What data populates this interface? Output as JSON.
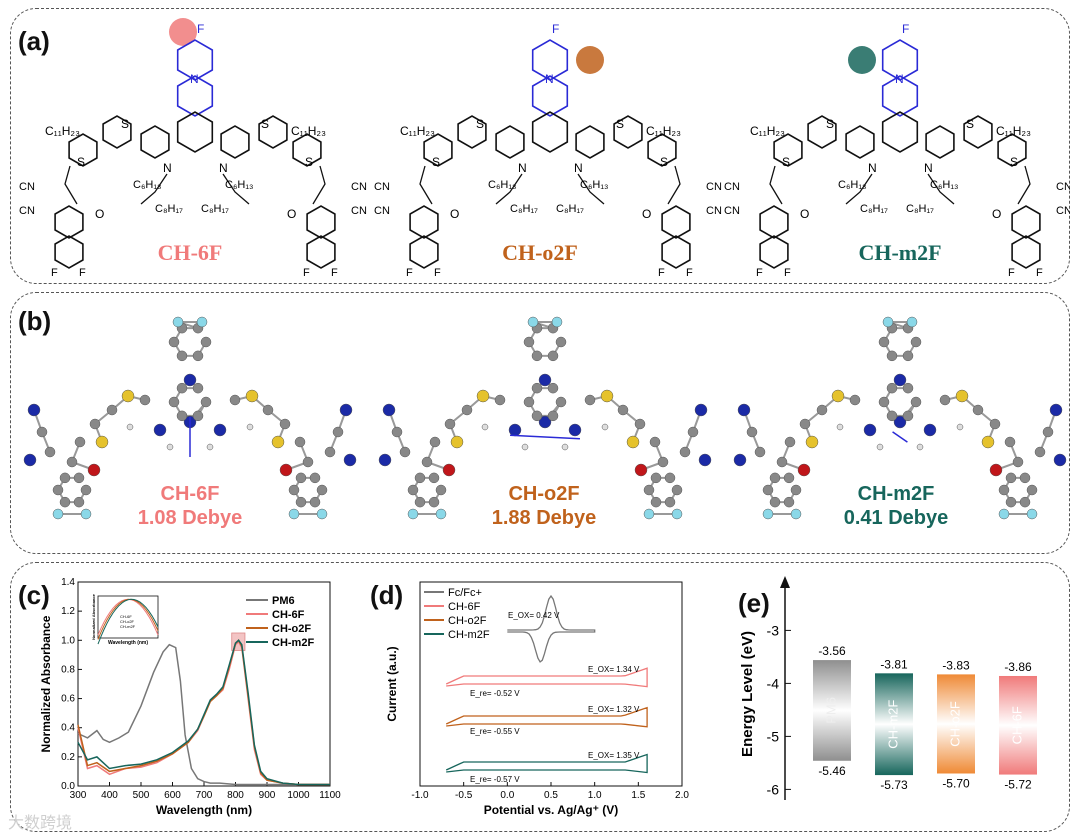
{
  "panel_a": {
    "label": "(a)",
    "molecules": [
      {
        "name": "CH-6F",
        "color": "#f07a7a"
      },
      {
        "name": "CH-o2F",
        "color": "#c0621c"
      },
      {
        "name": "CH-m2F",
        "color": "#17665c"
      }
    ],
    "atoms": {
      "F": "F",
      "S": "S",
      "N": "N",
      "O": "O",
      "CN": "CN",
      "alkyl1": "C₁₁H₂₃",
      "alkyl2": "C₆H₁₃",
      "alkyl3": "C₈H₁₇"
    }
  },
  "panel_b": {
    "label": "(b)",
    "molecules": [
      {
        "name": "CH-6F",
        "dipole": "1.08 Debye",
        "color": "#f07a7a"
      },
      {
        "name": "CH-o2F",
        "dipole": "1.88 Debye",
        "color": "#c0621c"
      },
      {
        "name": "CH-m2F",
        "dipole": "0.41 Debye",
        "color": "#17665c"
      }
    ]
  },
  "panel_c": {
    "label": "(c)",
    "chart_data": {
      "type": "line",
      "xlabel": "Wavelength (nm)",
      "ylabel": "Normalized Absorbance",
      "xlim": [
        300,
        1100
      ],
      "ylim": [
        0,
        1.4
      ],
      "xticks": [
        "300",
        "400",
        "500",
        "600",
        "700",
        "800",
        "900",
        "1000",
        "1100"
      ],
      "yticks": [
        "0.0",
        "0.2",
        "0.4",
        "0.6",
        "0.8",
        "1.0",
        "1.2",
        "1.4"
      ],
      "series": [
        {
          "name": "PM6",
          "color": "#777777",
          "x": [
            300,
            330,
            360,
            380,
            400,
            430,
            460,
            500,
            540,
            570,
            590,
            610,
            625,
            640,
            660,
            680,
            700,
            720,
            750,
            800,
            900,
            1000,
            1100
          ],
          "y": [
            0.36,
            0.33,
            0.38,
            0.32,
            0.3,
            0.33,
            0.37,
            0.55,
            0.78,
            0.92,
            0.97,
            0.95,
            0.72,
            0.35,
            0.12,
            0.05,
            0.03,
            0.02,
            0.02,
            0.01,
            0.01,
            0.01,
            0.01
          ]
        },
        {
          "name": "CH-6F",
          "color": "#f07a7a",
          "x": [
            300,
            330,
            360,
            400,
            450,
            500,
            550,
            600,
            650,
            680,
            700,
            720,
            740,
            760,
            780,
            800,
            810,
            820,
            840,
            860,
            880,
            900,
            950,
            1000,
            1100
          ],
          "y": [
            0.4,
            0.12,
            0.14,
            0.08,
            0.12,
            0.13,
            0.16,
            0.22,
            0.3,
            0.38,
            0.48,
            0.58,
            0.62,
            0.66,
            0.8,
            0.97,
            0.99,
            0.95,
            0.6,
            0.25,
            0.08,
            0.04,
            0.02,
            0.01,
            0.01
          ]
        },
        {
          "name": "CH-o2F",
          "color": "#c0621c",
          "x": [
            300,
            330,
            360,
            400,
            450,
            500,
            550,
            600,
            650,
            680,
            700,
            720,
            740,
            760,
            780,
            800,
            810,
            820,
            840,
            860,
            880,
            900,
            950,
            1000,
            1100
          ],
          "y": [
            0.42,
            0.14,
            0.16,
            0.1,
            0.12,
            0.14,
            0.17,
            0.22,
            0.3,
            0.39,
            0.48,
            0.58,
            0.62,
            0.67,
            0.82,
            0.98,
            1.0,
            0.96,
            0.62,
            0.27,
            0.09,
            0.04,
            0.02,
            0.01,
            0.01
          ]
        },
        {
          "name": "CH-m2F",
          "color": "#17665c",
          "x": [
            300,
            330,
            360,
            400,
            450,
            500,
            550,
            600,
            650,
            680,
            700,
            720,
            740,
            760,
            780,
            800,
            810,
            820,
            840,
            860,
            880,
            900,
            950,
            1000,
            1100
          ],
          "y": [
            0.3,
            0.18,
            0.2,
            0.12,
            0.14,
            0.15,
            0.18,
            0.23,
            0.31,
            0.39,
            0.49,
            0.59,
            0.63,
            0.68,
            0.83,
            0.98,
            1.0,
            0.97,
            0.64,
            0.28,
            0.1,
            0.05,
            0.02,
            0.01,
            0.01
          ]
        }
      ],
      "inset_xlabel": "Wavelength (nm)",
      "inset_ylabel": "Normalized Absorbance",
      "inset_legend": [
        "CH-6F",
        "CH-o2F",
        "CH-m2F"
      ]
    }
  },
  "panel_d": {
    "label": "(d)",
    "chart_data": {
      "type": "line",
      "xlabel": "Potential vs. Ag/Ag⁺ (V)",
      "ylabel": "Current (a.u.)",
      "xlim": [
        -1.0,
        2.0
      ],
      "xticks": [
        "-1.0",
        "-0.5",
        "0.0",
        "0.5",
        "1.0",
        "1.5",
        "2.0"
      ],
      "legend": [
        {
          "name": "Fc/Fc+",
          "color": "#777777"
        },
        {
          "name": "CH-6F",
          "color": "#f07a7a"
        },
        {
          "name": "CH-o2F",
          "color": "#c0621c"
        },
        {
          "name": "CH-m2F",
          "color": "#17665c"
        }
      ],
      "annotations": [
        "E_OX= 0.42 V",
        "E_OX= 1.34 V",
        "E_re= -0.52 V",
        "E_OX= 1.32 V",
        "E_re= -0.55 V",
        "E_OX= 1.35 V",
        "E_re= -0.57 V"
      ]
    }
  },
  "panel_e": {
    "label": "(e)",
    "chart_data": {
      "type": "bar",
      "ylabel": "Energy Level (eV)",
      "ylim": [
        -6.2,
        -2.2
      ],
      "yticks": [
        "-3",
        "-4",
        "-5",
        "-6"
      ],
      "categories": [
        "PM6",
        "CH-m2F",
        "CH-o2F",
        "CH-6F"
      ],
      "lumo": [
        -3.56,
        -3.81,
        -3.83,
        -3.86
      ],
      "homo": [
        -5.46,
        -5.73,
        -5.7,
        -5.72
      ],
      "lumo_labels": [
        "-3.56",
        "-3.81",
        "-3.83",
        "-3.86"
      ],
      "homo_labels": [
        "-5.46",
        "-5.73",
        "-5.70",
        "-5.72"
      ],
      "colors": [
        "#8f8f8f",
        "#17665c",
        "#ef8a36",
        "#f07a7a"
      ]
    }
  },
  "watermark": "大数跨境"
}
